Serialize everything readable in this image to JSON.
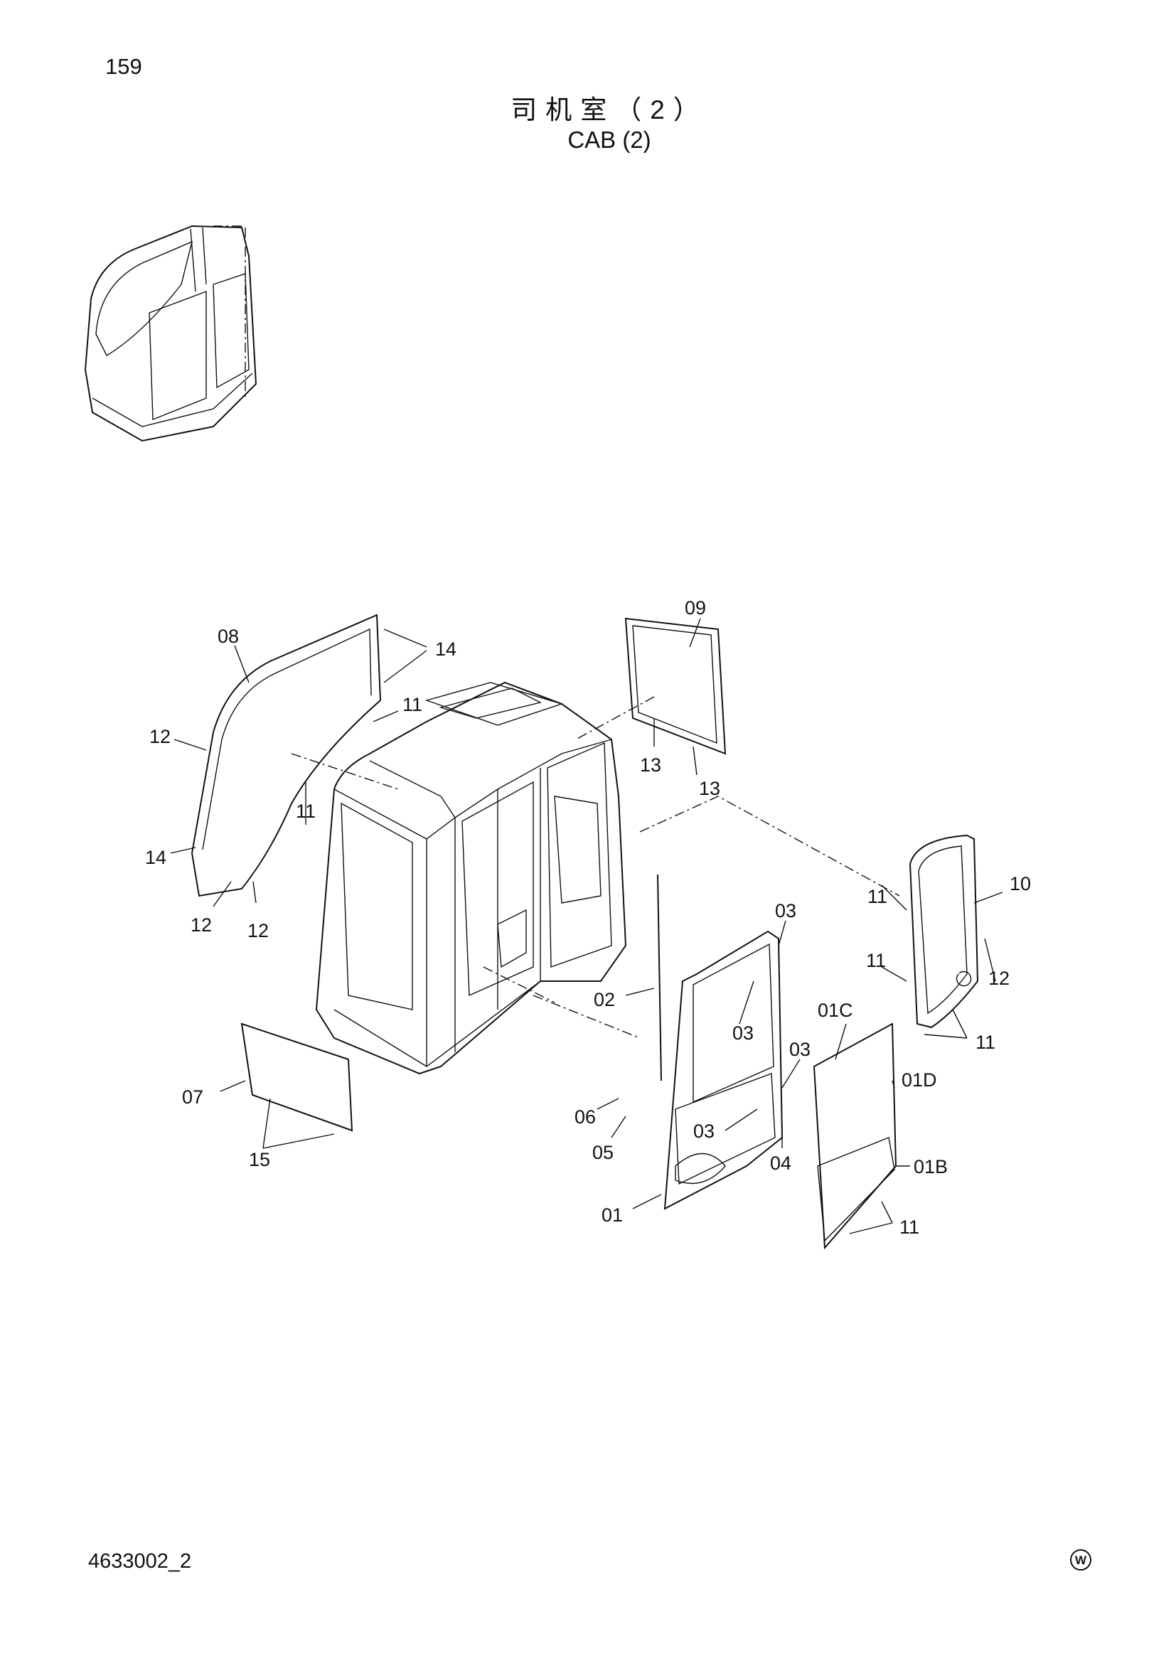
{
  "header": {
    "page_number": "159",
    "title_cn": "司机室（2）",
    "title_en": "CAB (2)"
  },
  "footer": {
    "document_code": "4633002_2",
    "mark": "W"
  },
  "callouts": [
    {
      "id": "c-08",
      "text": "08"
    },
    {
      "id": "c-14a",
      "text": "14"
    },
    {
      "id": "c-11a",
      "text": "11"
    },
    {
      "id": "c-12a",
      "text": "12"
    },
    {
      "id": "c-11b",
      "text": "11"
    },
    {
      "id": "c-14b",
      "text": "14"
    },
    {
      "id": "c-12b",
      "text": "12"
    },
    {
      "id": "c-12c",
      "text": "12"
    },
    {
      "id": "c-09",
      "text": "09"
    },
    {
      "id": "c-13a",
      "text": "13"
    },
    {
      "id": "c-13b",
      "text": "13"
    },
    {
      "id": "c-11c",
      "text": "11"
    },
    {
      "id": "c-10",
      "text": "10"
    },
    {
      "id": "c-11d",
      "text": "11"
    },
    {
      "id": "c-12d",
      "text": "12"
    },
    {
      "id": "c-11e",
      "text": "11"
    },
    {
      "id": "c-03a",
      "text": "03"
    },
    {
      "id": "c-02",
      "text": "02"
    },
    {
      "id": "c-03b",
      "text": "03"
    },
    {
      "id": "c-01C",
      "text": "01C"
    },
    {
      "id": "c-03c",
      "text": "03"
    },
    {
      "id": "c-01D",
      "text": "01D"
    },
    {
      "id": "c-07",
      "text": "07"
    },
    {
      "id": "c-06",
      "text": "06"
    },
    {
      "id": "c-03d",
      "text": "03"
    },
    {
      "id": "c-05",
      "text": "05"
    },
    {
      "id": "c-04",
      "text": "04"
    },
    {
      "id": "c-01B",
      "text": "01B"
    },
    {
      "id": "c-15",
      "text": "15"
    },
    {
      "id": "c-01",
      "text": "01"
    },
    {
      "id": "c-11f",
      "text": "11"
    }
  ]
}
